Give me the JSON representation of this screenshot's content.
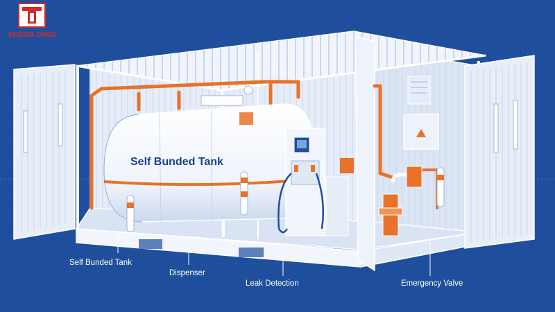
{
  "brand": {
    "name": "SHENG DING",
    "accent": "#d32a2a",
    "icon": "sheng-ding-logo-icon"
  },
  "colors": {
    "background": "#1f4f9c",
    "line": "#ffffff",
    "pipe": "#e8722a",
    "ink": "#1a3f8f"
  },
  "tank": {
    "label": "Self Bunded Tank"
  },
  "callouts": [
    {
      "id": "tank",
      "label": "Self Bunded Tank"
    },
    {
      "id": "dispenser",
      "label": "Dispenser"
    },
    {
      "id": "leak",
      "label": "Leak Detection"
    },
    {
      "id": "valve",
      "label": "Emergency Valve"
    }
  ]
}
